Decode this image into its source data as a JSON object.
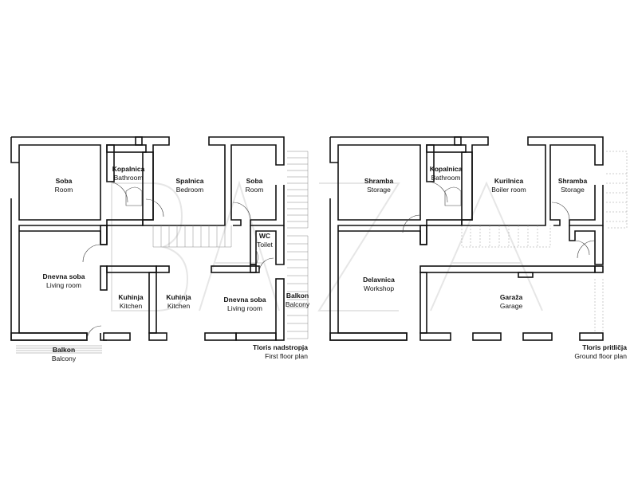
{
  "first_floor": {
    "caption": {
      "title": "Tloris nadstropja",
      "subtitle": "First floor plan"
    },
    "rooms": [
      {
        "name": "Soba",
        "en": "Room"
      },
      {
        "name": "Kopalnica",
        "en": "Bathroom"
      },
      {
        "name": "Spalnica",
        "en": "Bedroom"
      },
      {
        "name": "Soba",
        "en": "Room"
      },
      {
        "name": "WC",
        "en": "Toilet"
      },
      {
        "name": "Dnevna soba",
        "en": "Living room"
      },
      {
        "name": "Kuhinja",
        "en": "Kitchen"
      },
      {
        "name": "Kuhinja",
        "en": "Kitchen"
      },
      {
        "name": "Dnevna soba",
        "en": "Living room"
      },
      {
        "name": "Balkon",
        "en": "Balcony"
      },
      {
        "name": "Balkon",
        "en": "Balcony"
      }
    ]
  },
  "ground_floor": {
    "caption": {
      "title": "Tloris pritličja",
      "subtitle": "Ground floor plan"
    },
    "rooms": [
      {
        "name": "Shramba",
        "en": "Storage"
      },
      {
        "name": "Kopalnica",
        "en": "Bathroom"
      },
      {
        "name": "Kurilnica",
        "en": "Boiler room"
      },
      {
        "name": "Shramba",
        "en": "Storage"
      },
      {
        "name": "Delavnica",
        "en": "Workshop"
      },
      {
        "name": "Garaža",
        "en": "Garage"
      }
    ]
  },
  "colors": {
    "wall": "#111111",
    "watermark": "#e2e2e2",
    "fixture": "#9a9a9a"
  }
}
